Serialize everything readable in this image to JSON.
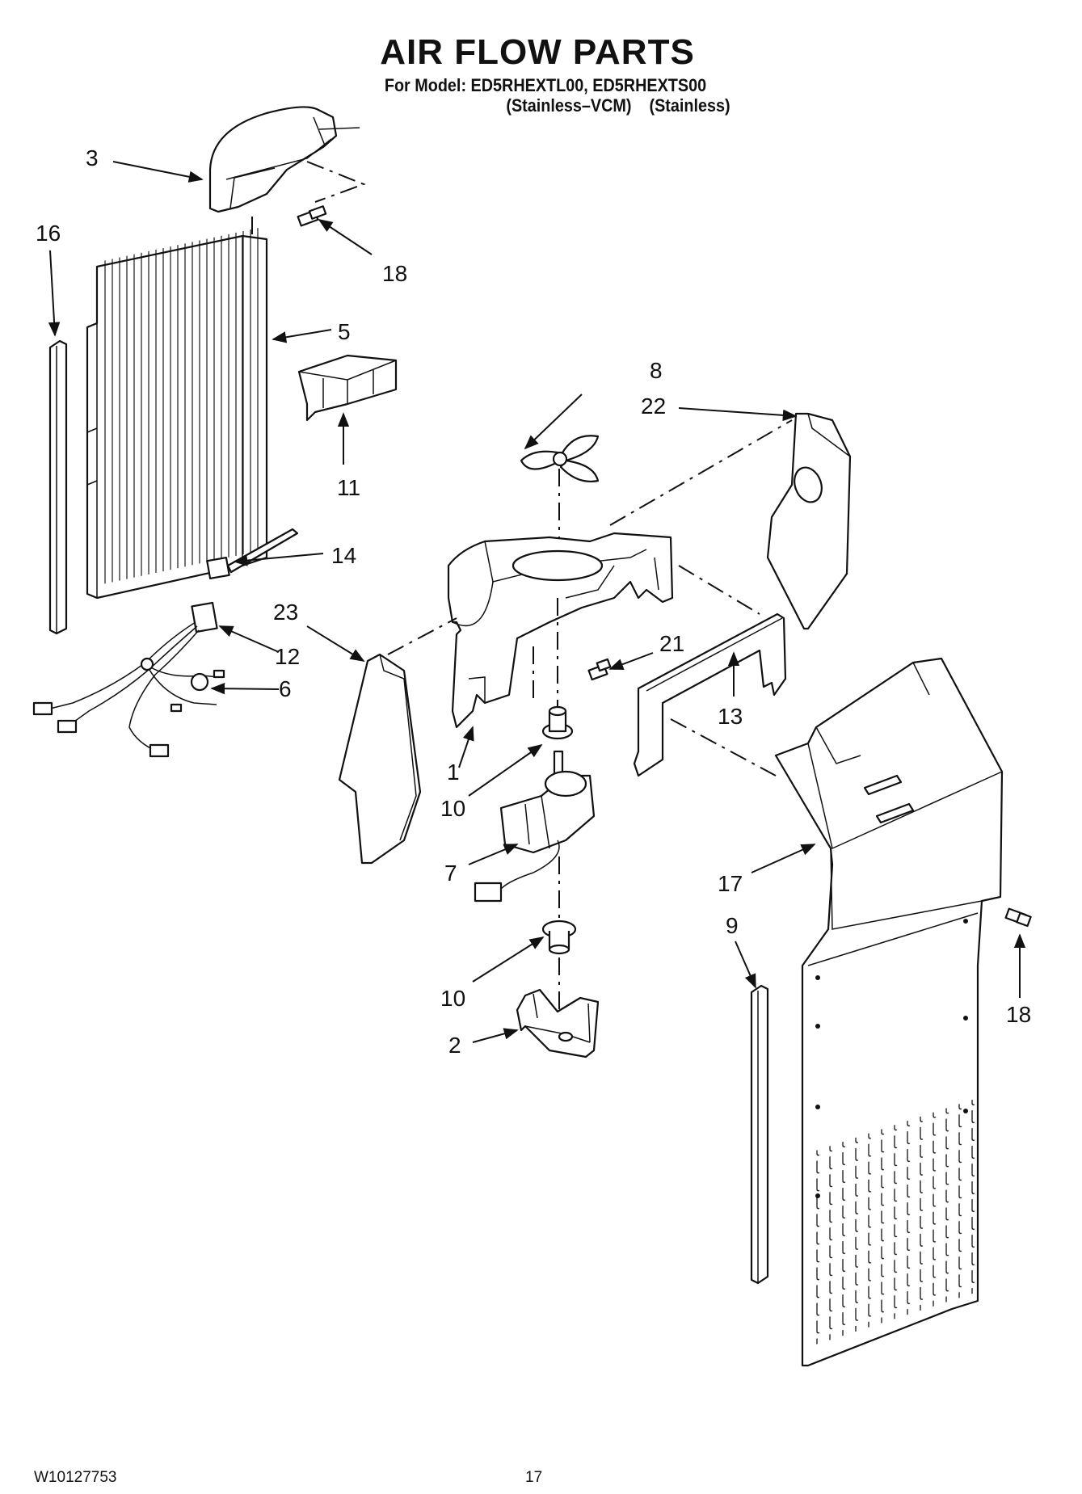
{
  "header": {
    "title": "AIR FLOW PARTS",
    "model_line": "For Model: ED5RHEXTL00, ED5RHEXTS00",
    "variant_line": "(Stainless–VCM)    (Stainless)"
  },
  "footer": {
    "doc_number": "W10127753",
    "page_number": "17"
  },
  "callouts": {
    "c1": "1",
    "c2": "2",
    "c3": "3",
    "c5": "5",
    "c6": "6",
    "c7": "7",
    "c8": "8",
    "c9": "9",
    "c10a": "10",
    "c10b": "10",
    "c11": "11",
    "c12": "12",
    "c13": "13",
    "c14": "14",
    "c16": "16",
    "c17": "17",
    "c18a": "18",
    "c18b": "18",
    "c21": "21",
    "c22": "22",
    "c23": "23"
  }
}
